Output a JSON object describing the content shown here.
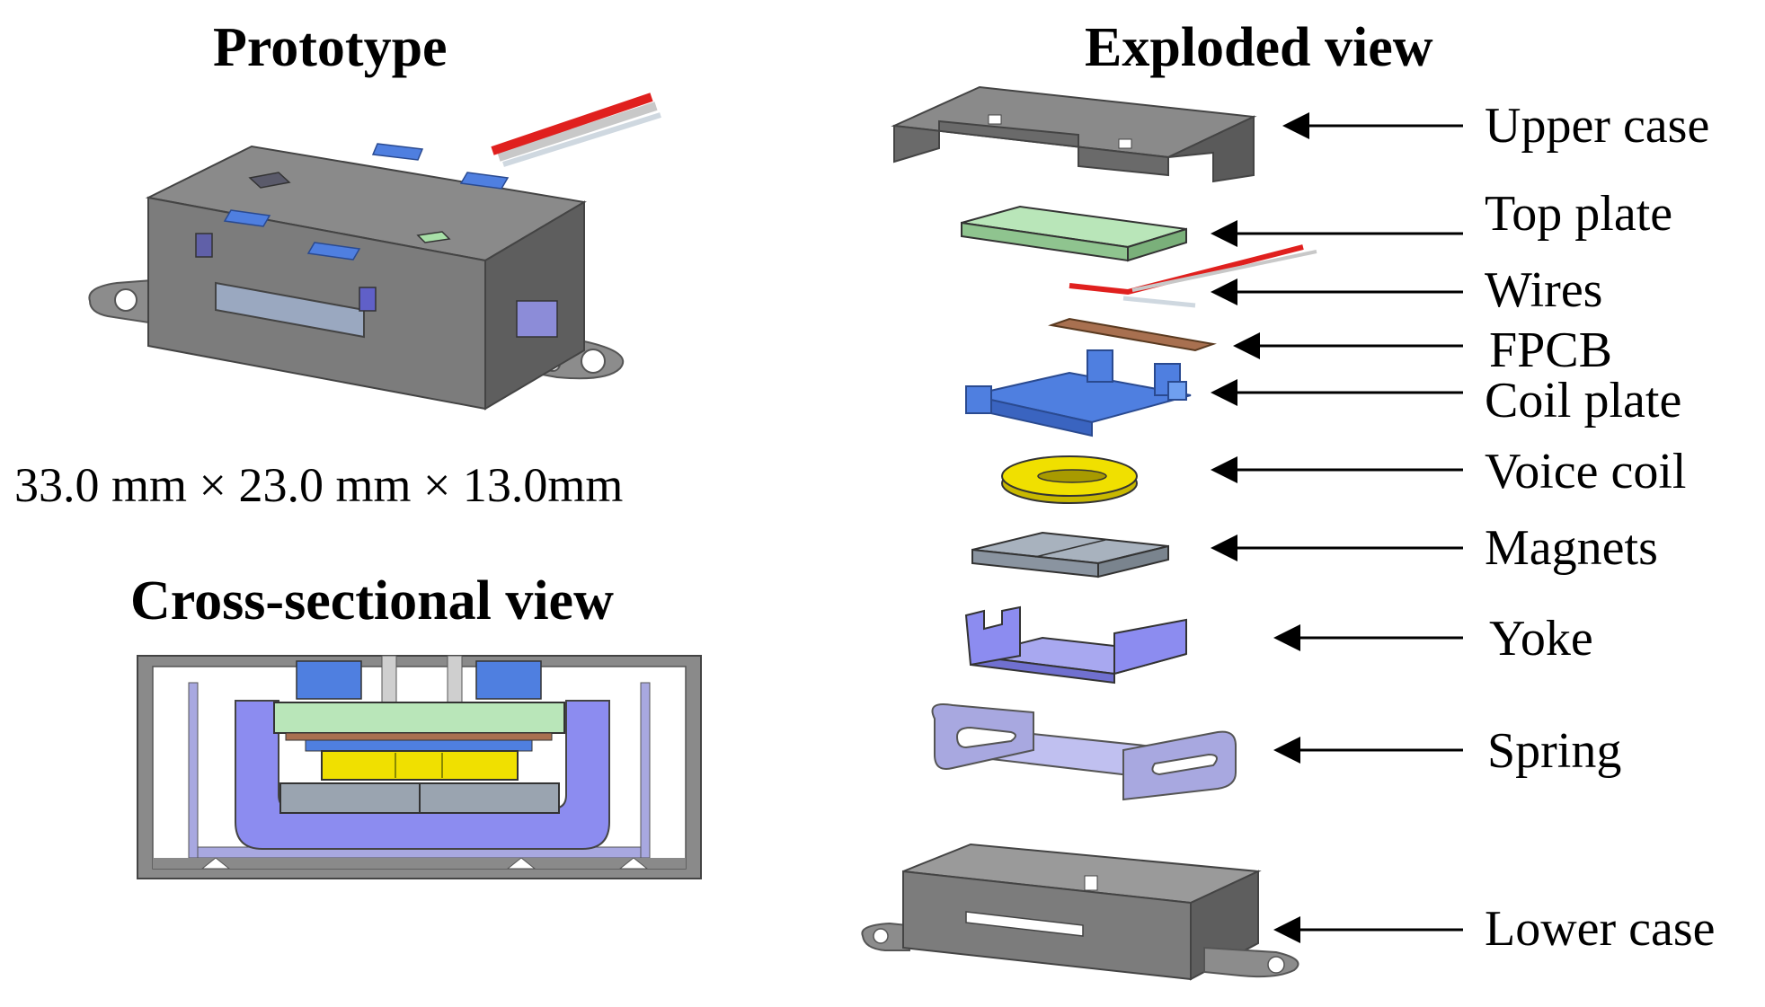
{
  "titles": {
    "prototype": "Prototype",
    "exploded": "Exploded view",
    "cross_section": "Cross-sectional view"
  },
  "dimensions": "33.0 mm × 23.0 mm × 13.0mm",
  "parts": [
    {
      "label": "Upper case"
    },
    {
      "label": "Top plate"
    },
    {
      "label": "Wires"
    },
    {
      "label": "FPCB"
    },
    {
      "label": "Coil plate"
    },
    {
      "label": "Voice coil"
    },
    {
      "label": "Magnets"
    },
    {
      "label": "Yoke"
    },
    {
      "label": "Spring"
    },
    {
      "label": "Lower case"
    }
  ],
  "colors": {
    "case_gray": "#8a8a8a",
    "top_plate_green": "#b9e6b9",
    "wire_red": "#e0201e",
    "fpcb_brown": "#a87050",
    "coil_plate_blue": "#4f7fe0",
    "voice_coil_yellow": "#f0e000",
    "magnet_gray": "#9aa4b0",
    "yoke_purple": "#8c8cf0",
    "spring_lavender": "#a8a8e0"
  }
}
